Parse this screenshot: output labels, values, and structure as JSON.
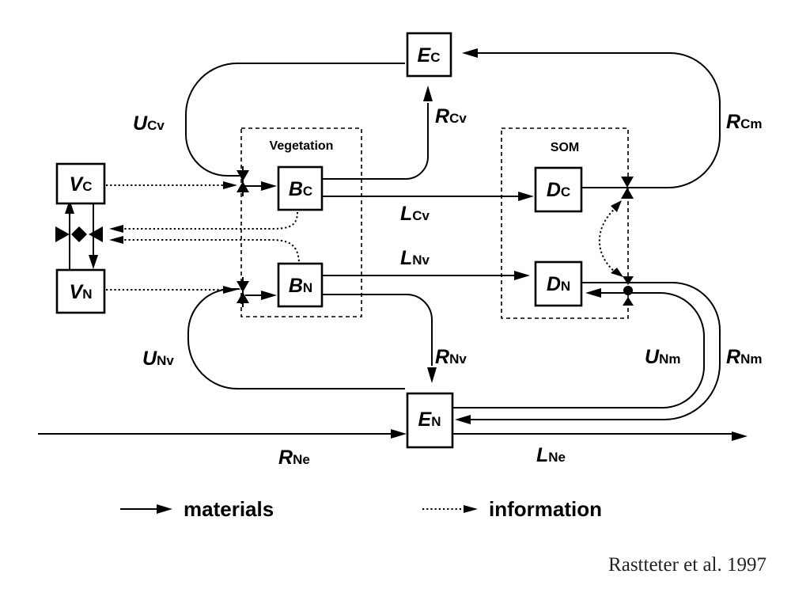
{
  "diagram": {
    "boxes": [
      {
        "id": "EC",
        "main": "E",
        "sub": "C"
      },
      {
        "id": "BC",
        "main": "B",
        "sub": "C"
      },
      {
        "id": "BN",
        "main": "B",
        "sub": "N"
      },
      {
        "id": "DC",
        "main": "D",
        "sub": "C"
      },
      {
        "id": "DN",
        "main": "D",
        "sub": "N"
      },
      {
        "id": "VC",
        "main": "V",
        "sub": "C"
      },
      {
        "id": "VN",
        "main": "V",
        "sub": "N"
      },
      {
        "id": "EN",
        "main": "E",
        "sub": "N"
      }
    ],
    "groups": {
      "vegetation": "Vegetation",
      "som": "SOM"
    },
    "flux_labels": [
      {
        "id": "UCv",
        "main": "U",
        "sub": "Cv"
      },
      {
        "id": "RCv",
        "main": "R",
        "sub": "Cv"
      },
      {
        "id": "RCm",
        "main": "R",
        "sub": "Cm"
      },
      {
        "id": "LCv",
        "main": "L",
        "sub": "Cv"
      },
      {
        "id": "LNv",
        "main": "L",
        "sub": "Nv"
      },
      {
        "id": "UNv",
        "main": "U",
        "sub": "Nv"
      },
      {
        "id": "RNv",
        "main": "R",
        "sub": "Nv"
      },
      {
        "id": "UNm",
        "main": "U",
        "sub": "Nm"
      },
      {
        "id": "RNm",
        "main": "R",
        "sub": "Nm"
      },
      {
        "id": "RNe",
        "main": "R",
        "sub": "Ne"
      },
      {
        "id": "LNe",
        "main": "L",
        "sub": "Ne"
      }
    ],
    "legend": {
      "materials": "materials",
      "information": "information"
    },
    "citation": "Rastteter et al. 1997"
  }
}
